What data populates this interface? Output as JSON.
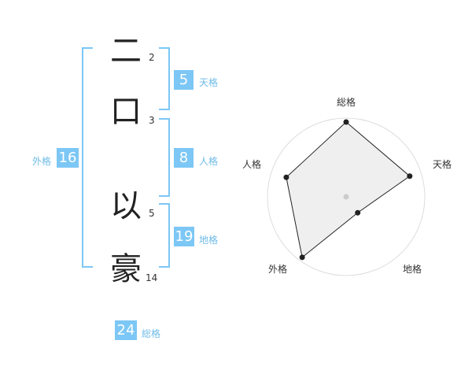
{
  "name": {
    "chars": [
      {
        "char": "二",
        "strokes": "2"
      },
      {
        "char": "口",
        "strokes": "3"
      },
      {
        "char": "以",
        "strokes": "5"
      },
      {
        "char": "豪",
        "strokes": "14"
      }
    ]
  },
  "fortunes": {
    "tenkaku": {
      "value": "5",
      "label": "天格"
    },
    "jinkaku": {
      "value": "8",
      "label": "人格"
    },
    "chikaku": {
      "value": "19",
      "label": "地格"
    },
    "gaikaku": {
      "value": "16",
      "label": "外格"
    },
    "soukaku": {
      "value": "24",
      "label": "総格"
    }
  },
  "colors": {
    "accent": "#7cc7f5",
    "label": "#6fbbe8",
    "radar_fill": "#efefef",
    "radar_line": "#222222"
  },
  "chart_data": {
    "type": "radar",
    "axes": [
      "総格",
      "天格",
      "地格",
      "外格",
      "人格"
    ],
    "values": [
      0.95,
      0.85,
      0.25,
      0.95,
      0.8
    ],
    "rings": 5,
    "range": [
      0,
      1
    ]
  }
}
